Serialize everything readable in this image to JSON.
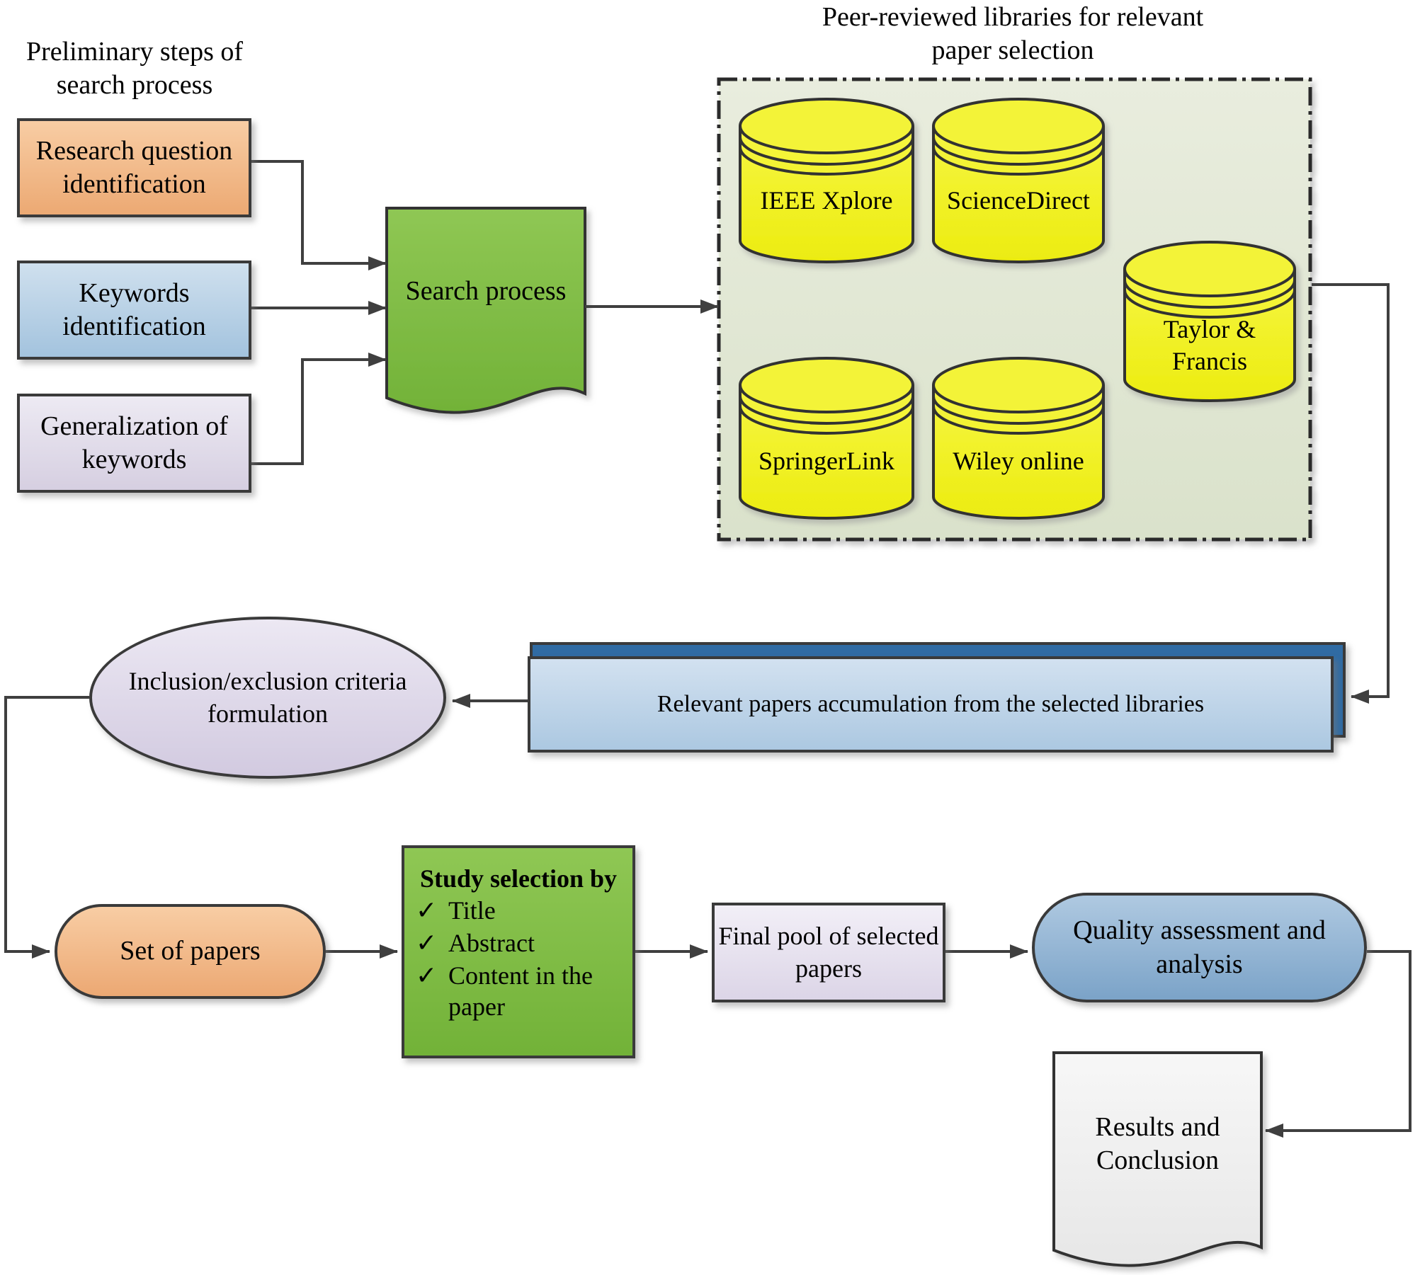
{
  "preliminary": {
    "label": "Preliminary steps of\nsearch process"
  },
  "steps": [
    {
      "label": "Research question\nidentification"
    },
    {
      "label": "Keywords\nidentification"
    },
    {
      "label": "Generalization of\nkeywords"
    }
  ],
  "search_process": {
    "label": "Search process"
  },
  "libraries_panel": {
    "title": "Peer-reviewed libraries for relevant\npaper selection",
    "libraries": [
      {
        "name": "IEEE Xplore"
      },
      {
        "name": "ScienceDirect"
      },
      {
        "name": "SpringerLink"
      },
      {
        "name": "Wiley online"
      },
      {
        "name": "Taylor &\nFrancis"
      }
    ]
  },
  "accumulation": {
    "label": "Relevant papers accumulation from the selected libraries"
  },
  "criteria": {
    "label": "Inclusion/exclusion criteria\nformulation"
  },
  "set_of_papers": {
    "label": "Set of papers"
  },
  "study_selection": {
    "title": "Study selection by",
    "check_glyph": "✓",
    "items": [
      {
        "label": "Title"
      },
      {
        "label": "Abstract"
      },
      {
        "label": "Content in the\npaper"
      }
    ]
  },
  "final_pool": {
    "label": "Final pool of selected\npapers"
  },
  "quality": {
    "label": "Quality assessment and\nanalysis"
  },
  "results": {
    "label": "Results and\nConclusion"
  },
  "colors": {
    "box_orange": "#F2BC8C",
    "box_blue": "#BCD5E9",
    "box_lavender": "#E3DDEB",
    "process_green": "#82C045",
    "library_yellow": "#F0F01C",
    "panel_background": "#E3E9D5",
    "bar_front_blue": "#BDD3E8",
    "bar_back_blue": "#306BA3",
    "ellipse_lavender": "#E2DCEC",
    "stadium_orange": "#F3BE8E",
    "final_pool_lavender": "#E8E2F0",
    "quality_blue": "#96B7D6",
    "results_gray": "#F0F0F0",
    "connector_line": "#3F3F3F"
  }
}
